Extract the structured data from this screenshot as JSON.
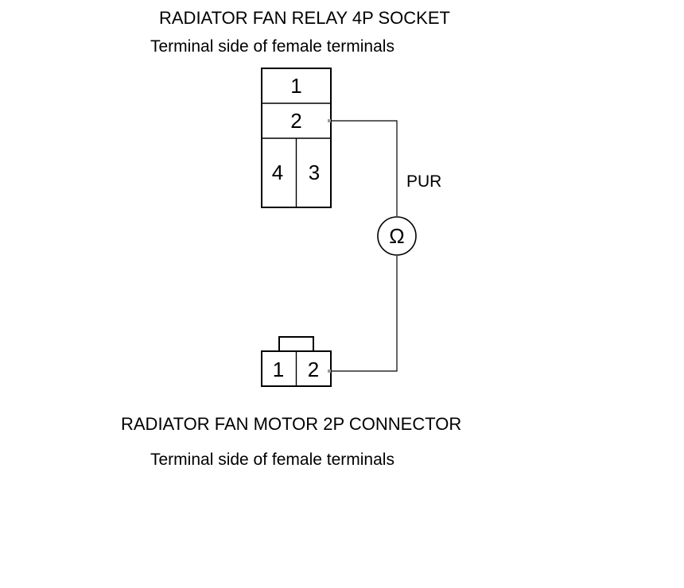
{
  "relay_socket": {
    "title": "RADIATOR FAN RELAY 4P SOCKET",
    "subtitle": "Terminal side of female terminals",
    "terminals": [
      "1",
      "2",
      "4",
      "3"
    ]
  },
  "wire": {
    "color_label": "PUR"
  },
  "ohmmeter": {
    "symbol": "Ω"
  },
  "motor_connector": {
    "title": "RADIATOR FAN MOTOR 2P CONNECTOR",
    "subtitle": "Terminal side of female terminals",
    "terminals": [
      "1",
      "2"
    ]
  }
}
